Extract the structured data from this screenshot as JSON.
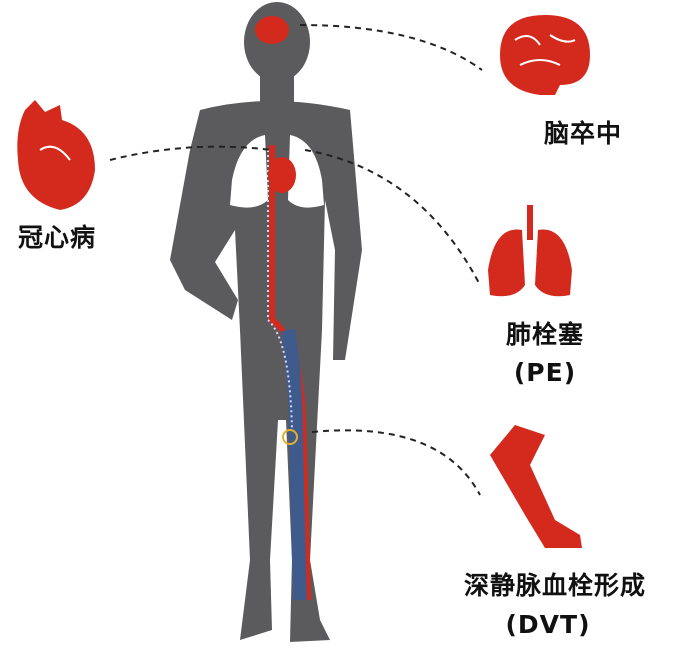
{
  "labels": {
    "stroke": "脑卒中",
    "chd": "冠心病",
    "pe_cn": "肺栓塞",
    "pe_abbr": "(PE)",
    "dvt_cn": "深静脉血栓形成",
    "dvt_abbr": "(DVT)"
  },
  "colors": {
    "body": "#5b5b5d",
    "organ_red": "#d42a1e",
    "vein_blue": "#3f5b8c",
    "lung_white": "#ffffff",
    "dash": "#222222"
  },
  "icons": [
    "brain-icon",
    "heart-icon",
    "lungs-icon",
    "leg-icon",
    "human-body-silhouette"
  ]
}
